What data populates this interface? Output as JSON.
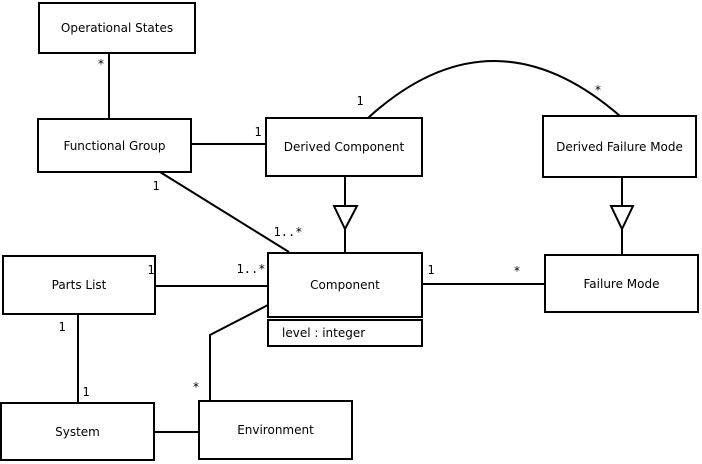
{
  "diagram": {
    "type": "uml-class-diagram",
    "background_color": "#ffffff",
    "line_color": "#000000",
    "nodes": {
      "operational_states": {
        "label": "Operational States"
      },
      "functional_group": {
        "label": "Functional Group"
      },
      "derived_component": {
        "label": "Derived Component"
      },
      "derived_failure_mode": {
        "label": "Derived Failure Mode"
      },
      "parts_list": {
        "label": "Parts List"
      },
      "component": {
        "label": "Component",
        "attribute": "level : integer"
      },
      "failure_mode": {
        "label": "Failure Mode"
      },
      "system": {
        "label": "System"
      },
      "environment": {
        "label": "Environment"
      }
    },
    "edges": [
      {
        "from": "Operational States",
        "to": "Functional Group",
        "kind": "association",
        "mult_near_from": "*"
      },
      {
        "from": "Functional Group",
        "to": "Derived Component",
        "kind": "association",
        "mult_near_to": "1"
      },
      {
        "from": "Derived Component",
        "to": "Derived Failure Mode",
        "kind": "association-arc",
        "mult_near_from": "1",
        "mult_near_to": "*"
      },
      {
        "from": "Derived Component",
        "to": "Component",
        "kind": "generalization"
      },
      {
        "from": "Derived Failure Mode",
        "to": "Failure Mode",
        "kind": "generalization"
      },
      {
        "from": "Functional Group",
        "to": "Component",
        "kind": "association",
        "mult_near_from": "1",
        "mult_near_to": "1..*"
      },
      {
        "from": "Parts List",
        "to": "Component",
        "kind": "association",
        "mult_near_from": "1",
        "mult_near_to": "1..*"
      },
      {
        "from": "Component",
        "to": "Failure Mode",
        "kind": "association",
        "mult_near_from": "1",
        "mult_near_to": "*"
      },
      {
        "from": "Parts List",
        "to": "System",
        "kind": "association",
        "mult_near_from": "1",
        "mult_near_to": "1"
      },
      {
        "from": "System",
        "to": "Environment",
        "kind": "association"
      },
      {
        "from": "Component",
        "to": "Environment",
        "kind": "association",
        "mult_near_to": "*"
      }
    ]
  }
}
